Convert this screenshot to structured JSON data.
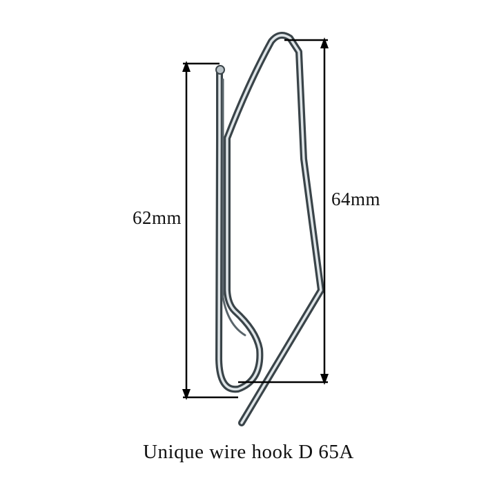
{
  "dimensions": {
    "height_left": "62mm",
    "height_right": "64mm"
  },
  "caption": "Unique wire hook D 65A",
  "colors": {
    "background": "#ffffff",
    "wire_dark": "#3c464c",
    "wire_light": "#dde3e6",
    "dimension_line": "#000000",
    "text": "#111111"
  }
}
